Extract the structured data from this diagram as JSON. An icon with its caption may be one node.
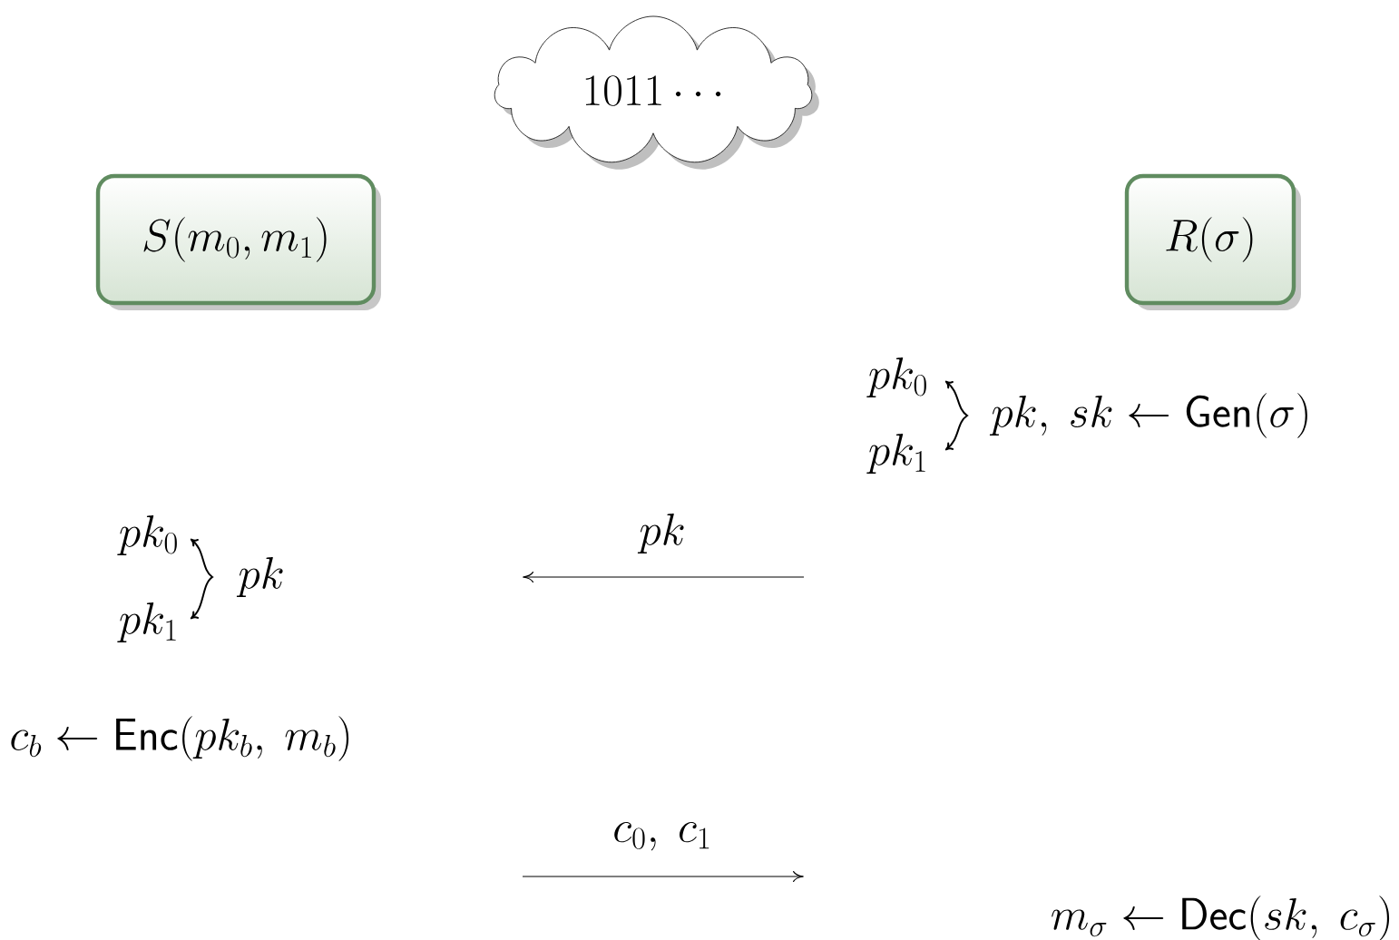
{
  "diagram": {
    "nodes": [
      {
        "text": [
          "1011\\cdots"
        ]
      },
      {
        "text": [
          "S(m_0, m_1)"
        ]
      },
      {
        "text": [
          "R(\\sigma)"
        ]
      }
    ],
    "labels": [
      "pk_0",
      "pk_1",
      "pk,\\ sk \\leftarrow \\mathsf{Gen}(\\sigma)",
      "pk_0",
      "pk_1",
      "pk",
      "pk",
      "c_b \\leftarrow \\mathsf{Enc}(pk_b,\\ m_b)",
      "c_0,\\ c_1",
      "m_\\sigma \\leftarrow \\mathsf{Dec}(sk,\\ c_\\sigma)"
    ]
  }
}
